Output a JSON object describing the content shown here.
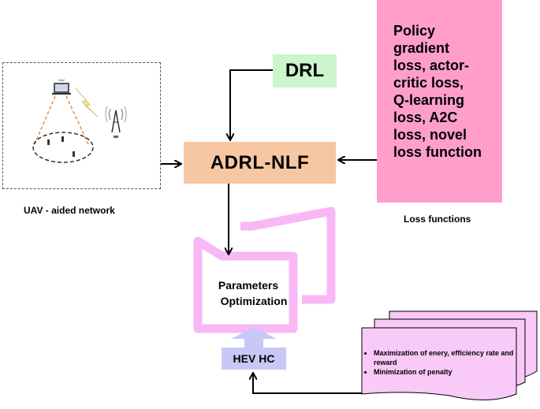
{
  "uav_network": {
    "label": "UAV - aided network",
    "uav_tag": "UAV"
  },
  "drl": {
    "label": "DRL"
  },
  "adrl": {
    "label": "ADRL-NLF"
  },
  "loss_functions": {
    "label": "Loss functions",
    "lines": [
      "Policy",
      "gradient",
      "loss, actor-",
      "critic loss,",
      "Q-learning",
      "loss, A2C",
      "loss, novel",
      "loss function"
    ]
  },
  "parameters": {
    "line1": "Parameters",
    "line2": "Optimization"
  },
  "hev": {
    "label": "HEV HC"
  },
  "objectives": {
    "items": [
      "Maximization of enery, efficiency rate and reward",
      "Minimization of penalty"
    ]
  },
  "colors": {
    "drl_fill": "#ccf5cc",
    "adrl_fill": "#f7c6a3",
    "loss_fill": "#ff9ecb",
    "hev_fill": "#c8c8f7",
    "opt_stroke": "#f7b8f5",
    "pages_fill": "#f9c9f8"
  }
}
